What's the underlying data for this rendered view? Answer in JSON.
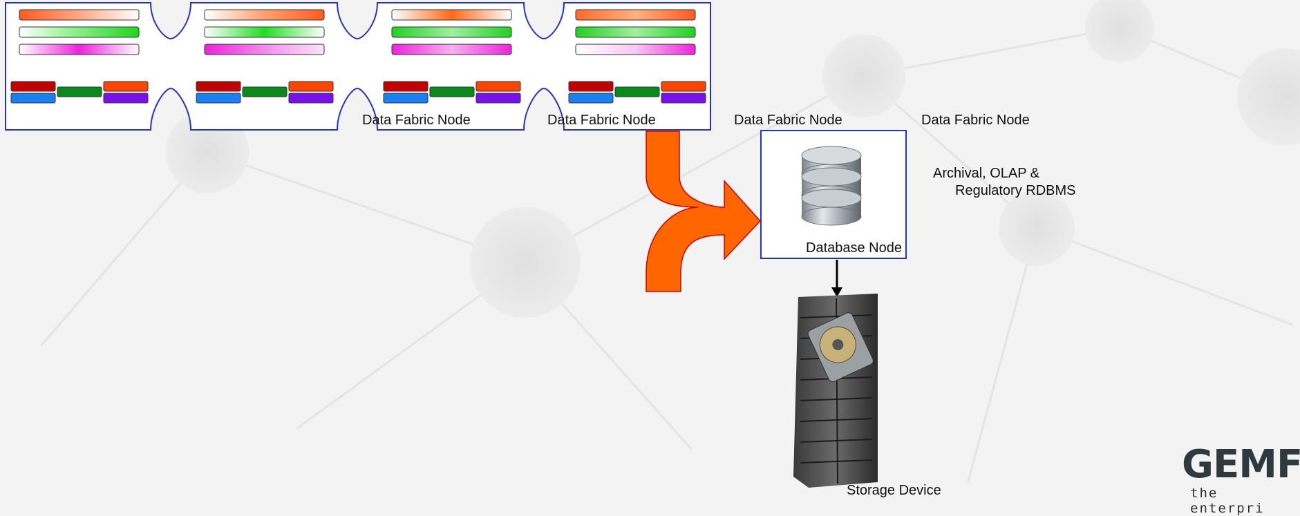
{
  "labels": {
    "fabric_node": "Data Fabric Node",
    "database_node": "Database Node",
    "rdbms_line1": "Archival, OLAP &",
    "rdbms_line2": "Regulatory RDBMS",
    "storage": "Storage Device"
  },
  "logo": {
    "name": "GEMFIR",
    "tagline": "the enterpri"
  },
  "colors": {
    "node_border": "#2233cc",
    "arrow": "#ff6600",
    "bar_orange": "#ff6a2a",
    "bar_green": "#1fd61f",
    "bar_magenta": "#ee22dd",
    "block_red": "#c40000",
    "block_green": "#0a8a1a",
    "block_orange": "#ff4400",
    "block_blue": "#1a7ff0",
    "block_purple": "#7a10ee"
  }
}
